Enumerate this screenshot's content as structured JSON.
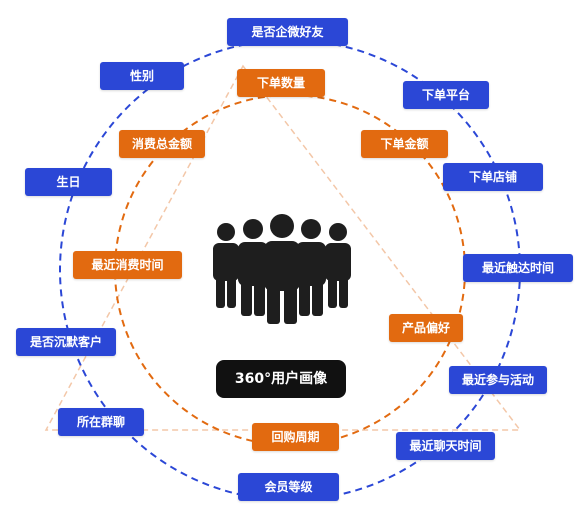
{
  "colors": {
    "blue": "#2b47d6",
    "orange": "#e26a10",
    "triangle": "#f3c7a8",
    "people": "#1e1e1e",
    "center_bg": "#111111"
  },
  "center_label": "360°用户画像",
  "center_icon": "people-group-icon",
  "outer_tags": [
    "是否企微好友",
    "性别",
    "下单平台",
    "下单店铺",
    "生日",
    "最近触达时间",
    "是否沉默客户",
    "最近参与活动",
    "所在群聊",
    "最近聊天时间",
    "会员等级"
  ],
  "inner_tags": [
    "下单数量",
    "消费总金额",
    "下单金额",
    "最近消费时间",
    "产品偏好",
    "回购周期"
  ]
}
